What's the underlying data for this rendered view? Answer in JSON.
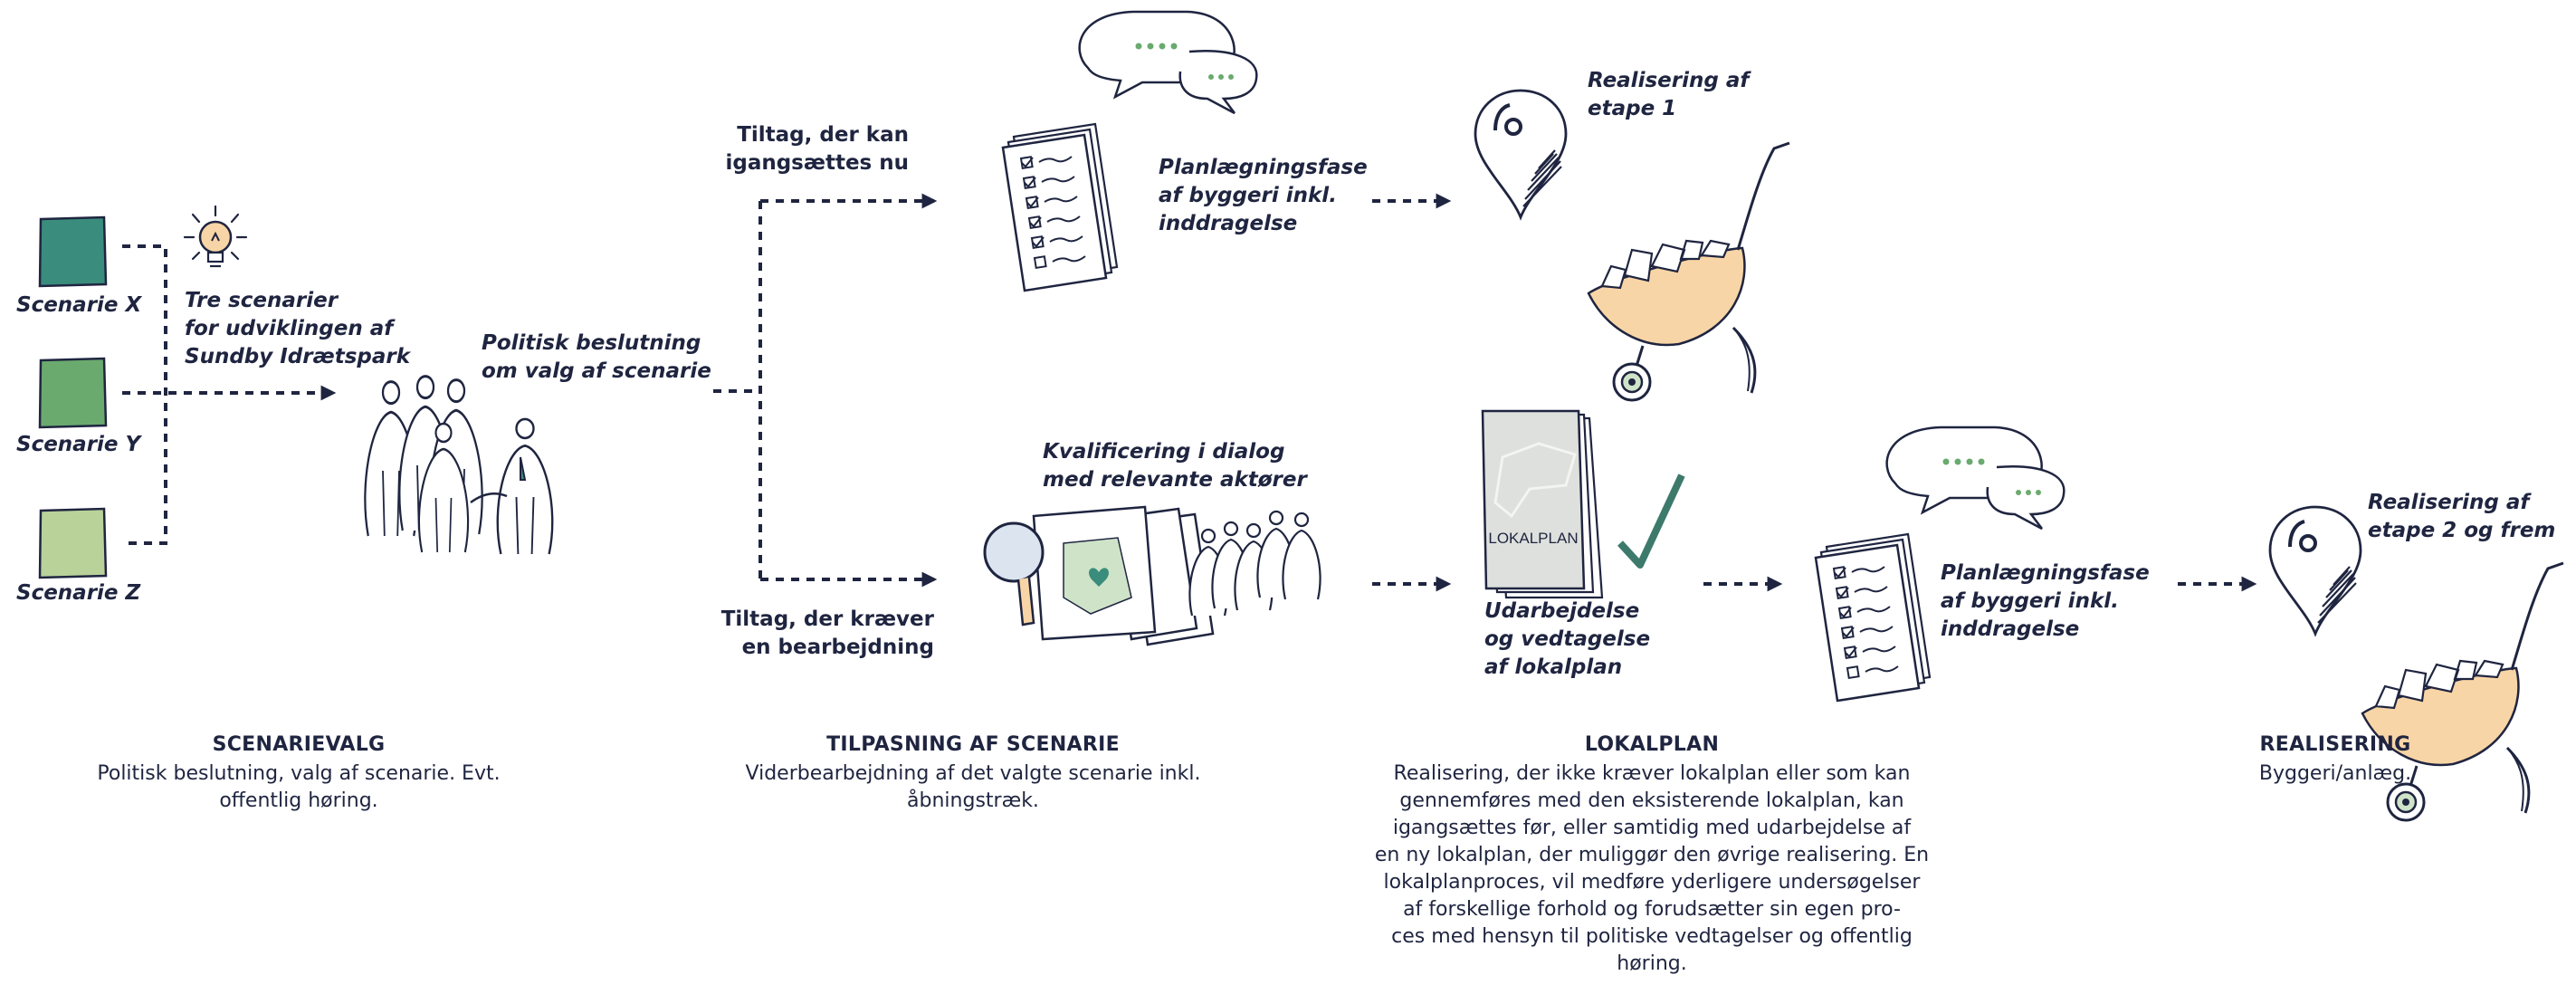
{
  "colors": {
    "ink": "#1f2540",
    "scenario_x": "#3a8c7c",
    "scenario_y": "#6aaa6e",
    "scenario_z": "#b9d29a",
    "wheelbarrow": "#f8d5a6",
    "check": "#3d7a6c",
    "pale_green": "#cfe3c8",
    "map_grey": "#dde0dc"
  },
  "scenarios": [
    {
      "label": "Scenarie X",
      "color_key": "scenario_x"
    },
    {
      "label": "Scenarie Y",
      "color_key": "scenario_y"
    },
    {
      "label": "Scenarie Z",
      "color_key": "scenario_z"
    }
  ],
  "labels": {
    "tre_scenarier": [
      "Tre scenarier",
      "for udviklingen af",
      "Sundby Idrætspark"
    ],
    "politisk_beslutning": [
      "Politisk beslutning",
      "om valg af scenarie"
    ],
    "branch_top": [
      "Tiltag, der kan",
      "igangsættes nu"
    ],
    "branch_bottom": [
      "Tiltag, der kræver",
      "en bearbejdning"
    ],
    "planlaegning_top": [
      "Planlægningsfase",
      "af byggeri inkl.",
      "inddragelse"
    ],
    "realisering_etape1": [
      "Realisering af",
      "etape 1"
    ],
    "kvalificering": [
      "Kvalificering i dialog",
      "med relevante aktører"
    ],
    "lokalplan_doc": "LOKALPLAN",
    "udarbejdelse": [
      "Udarbejdelse",
      "og vedtagelse",
      "af lokalplan"
    ],
    "planlaegning_bottom": [
      "Planlægningsfase",
      "af byggeri inkl.",
      "inddragelse"
    ],
    "realisering_etape2": [
      "Realisering af",
      "etape 2 og frem"
    ]
  },
  "sections": {
    "scenarievalg": {
      "title": "SCENARIEVALG",
      "lines": [
        "Politisk beslutning, valg af scenarie. Evt.",
        "offentlig høring."
      ]
    },
    "tilpasning": {
      "title": "TILPASNING AF SCENARIE",
      "lines": [
        "Viderbearbejdning af det valgte scenarie inkl.",
        "åbningstræk."
      ]
    },
    "lokalplan": {
      "title": "LOKALPLAN",
      "lines": [
        "Realisering, der ikke kræver lokalplan eller som kan",
        "gennemføres med den eksisterende lokalplan, kan",
        "igangsættes før, eller samtidig med udarbejdelse af",
        "en ny lokalplan, der muliggør den øvrige realisering. En",
        "lokalplanproces, vil medføre yderligere undersøgelser",
        "af forskellige forhold og forudsætter sin egen pro-",
        "ces med hensyn til politiske vedtagelser og offentlig",
        "høring."
      ]
    },
    "realisering": {
      "title": "REALISERING",
      "lines": [
        "Byggeri/anlæg."
      ]
    }
  }
}
